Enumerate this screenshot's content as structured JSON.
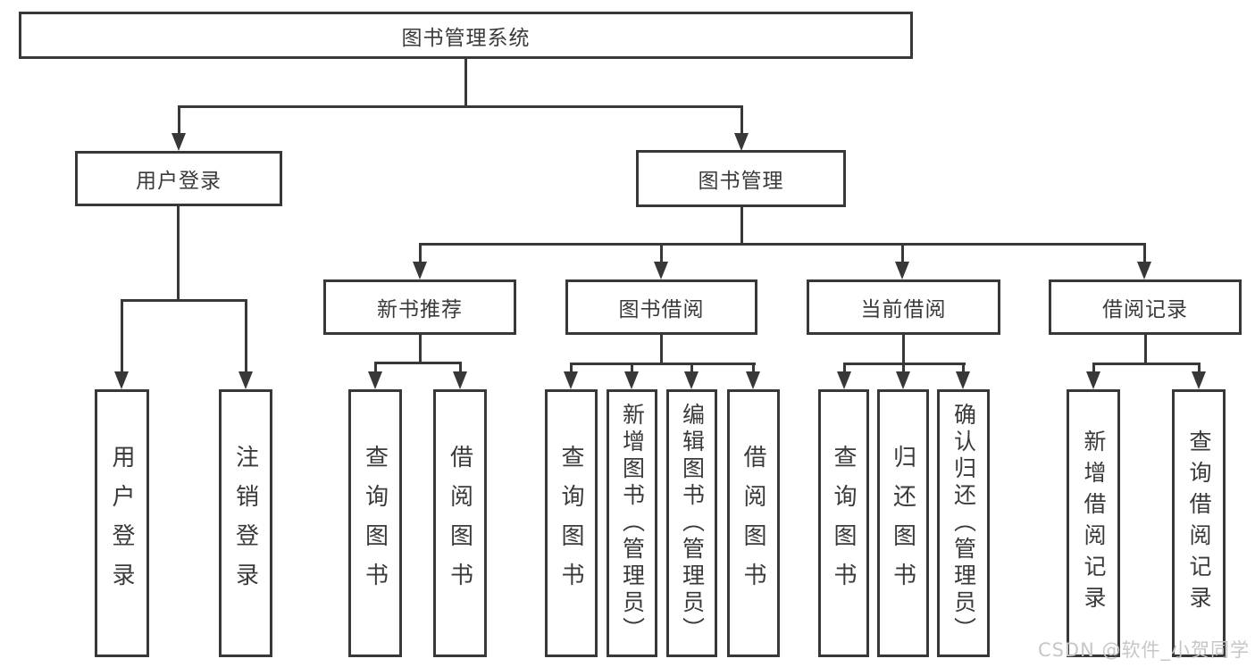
{
  "diagram": {
    "root": {
      "label": "图书管理系统"
    },
    "level2": [
      {
        "label": "用户登录"
      },
      {
        "label": "图书管理"
      }
    ],
    "level3": [
      {
        "label": "新书推荐"
      },
      {
        "label": "图书借阅"
      },
      {
        "label": "当前借阅"
      },
      {
        "label": "借阅记录"
      }
    ],
    "leaves": [
      {
        "label": "用户登录"
      },
      {
        "label": "注销登录"
      },
      {
        "label": "查询图书"
      },
      {
        "label": "借阅图书"
      },
      {
        "label": "查询图书"
      },
      {
        "label": "新增图书（管理员）"
      },
      {
        "label": "编辑图书（管理员）"
      },
      {
        "label": "借阅图书"
      },
      {
        "label": "查询图书"
      },
      {
        "label": "归还图书"
      },
      {
        "label": "确认归还（管理员）"
      },
      {
        "label": "新增借阅记录"
      },
      {
        "label": "查询借阅记录"
      }
    ],
    "colors": {
      "line": "#383838",
      "text": "#3a3a3a",
      "watermark": "#c6c6c6",
      "background": "#ffffff"
    }
  },
  "watermark": {
    "text": "CSDN @软件_小贺同学"
  }
}
